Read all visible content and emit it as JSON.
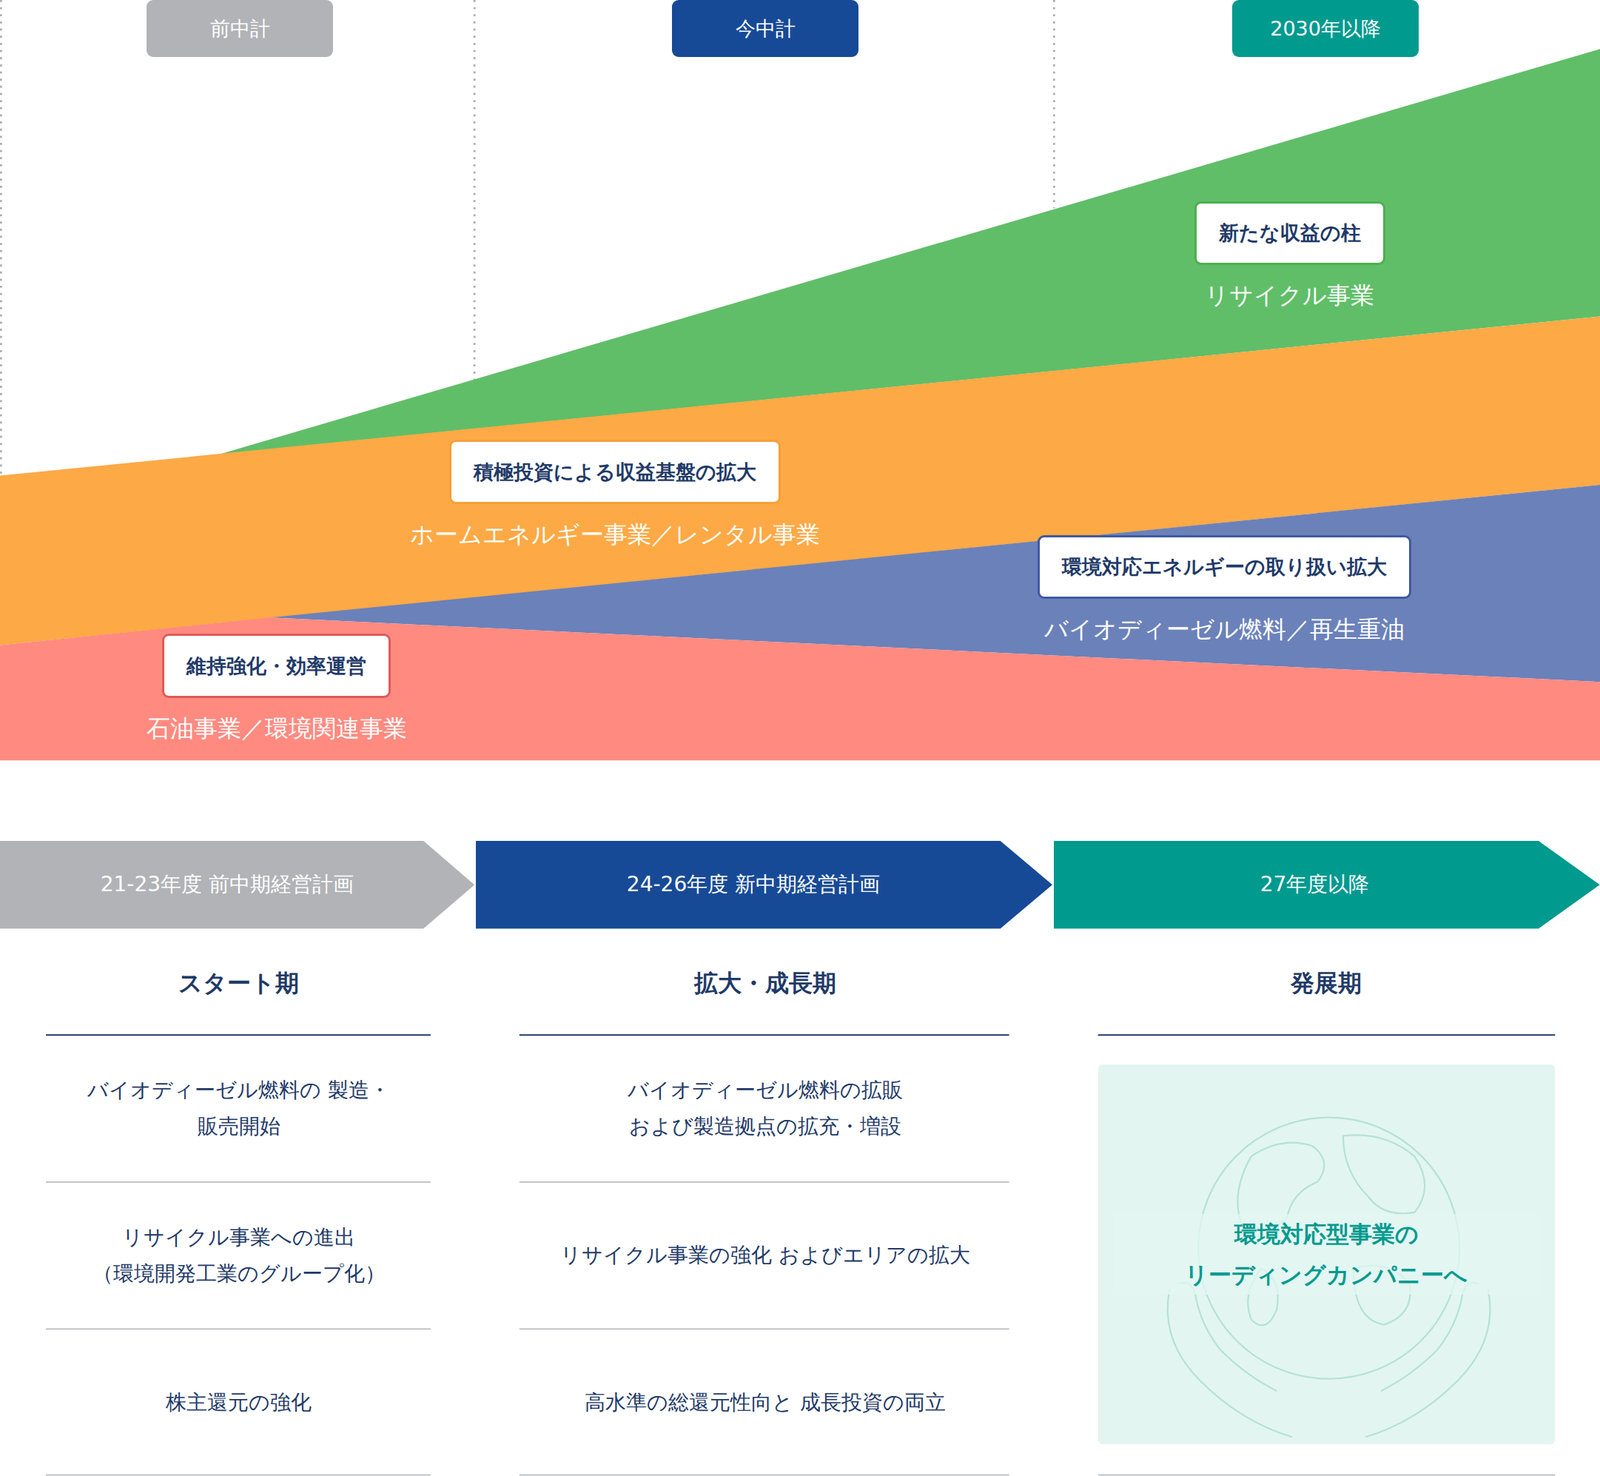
{
  "diagram": {
    "nodes": [
      {
        "text": [
          "前中計"
        ]
      },
      {
        "text": [
          "今中計"
        ]
      },
      {
        "text": [
          "2030年以降"
        ]
      },
      {
        "text": [
          "新たな収益の柱",
          "リサイクル事業"
        ]
      },
      {
        "text": [
          "積極投資による収益基盤の拡大",
          "ホームエネルギー事業／レンタル事業"
        ]
      },
      {
        "text": [
          "環境対応エネルギーの取り扱い拡大",
          "バイオディーゼル燃料／再生重油"
        ]
      },
      {
        "text": [
          "維持強化・効率運営",
          "石油事業／環境関連事業"
        ]
      },
      {
        "text": [
          "21-23年度 前中期経営計画"
        ]
      },
      {
        "text": [
          "24-26年度 新中期経営計画"
        ]
      },
      {
        "text": [
          "27年度以降"
        ]
      },
      {
        "text": [
          "環境対応型事業の リーディングカンパニーへ"
        ]
      }
    ],
    "labels": [
      "スタート期",
      "拡大・成長期",
      "発展期",
      "バイオディーゼル燃料の 製造・販売開始",
      "リサイクル事業への進出 （環境開発工業のグループ化）",
      "株主還元の強化",
      "バイオディーゼル燃料の拡販 および製造拠点の拡充・増設",
      "リサイクル事業の強化 およびエリアの拡大",
      "高水準の総還元性向と 成長投資の両立"
    ]
  }
}
